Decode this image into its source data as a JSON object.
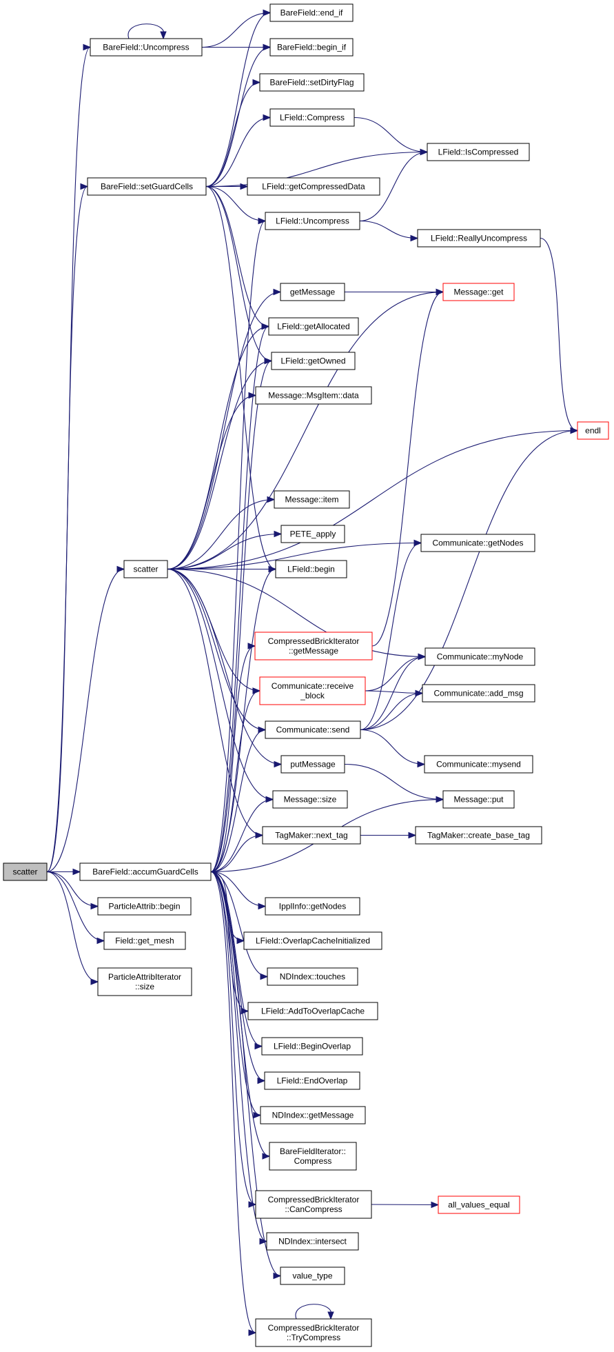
{
  "colors": {
    "edge": "#191970",
    "node_border": "#000000",
    "truncated_node_border": "#ff0000",
    "root_fill": "#bfbfbf",
    "node_fill": "#ffffff"
  },
  "nodes": [
    {
      "id": "scatter_root",
      "lines": [
        "scatter"
      ],
      "root": true
    },
    {
      "id": "bf_uncompress",
      "lines": [
        "BareField::Uncompress"
      ]
    },
    {
      "id": "bf_end_if",
      "lines": [
        "BareField::end_if"
      ]
    },
    {
      "id": "bf_begin_if",
      "lines": [
        "BareField::begin_if"
      ]
    },
    {
      "id": "bf_setdirty",
      "lines": [
        "BareField::setDirtyFlag"
      ]
    },
    {
      "id": "lf_compress",
      "lines": [
        "LField::Compress"
      ]
    },
    {
      "id": "lf_iscompressed",
      "lines": [
        "LField::IsCompressed"
      ]
    },
    {
      "id": "bf_setguard",
      "lines": [
        "BareField::setGuardCells"
      ]
    },
    {
      "id": "lf_getcompdata",
      "lines": [
        "LField::getCompressedData"
      ]
    },
    {
      "id": "lf_uncompress",
      "lines": [
        "LField::Uncompress"
      ]
    },
    {
      "id": "lf_reallyuncomp",
      "lines": [
        "LField::ReallyUncompress"
      ]
    },
    {
      "id": "getmessage",
      "lines": [
        "getMessage"
      ]
    },
    {
      "id": "msg_get",
      "lines": [
        "Message::get"
      ],
      "truncated": true
    },
    {
      "id": "lf_getallocated",
      "lines": [
        "LField::getAllocated"
      ]
    },
    {
      "id": "lf_getowned",
      "lines": [
        "LField::getOwned"
      ]
    },
    {
      "id": "msgitem_data",
      "lines": [
        "Message::MsgItem::data"
      ]
    },
    {
      "id": "endl",
      "lines": [
        "endl"
      ],
      "truncated": true
    },
    {
      "id": "msg_item",
      "lines": [
        "Message::item"
      ]
    },
    {
      "id": "pete_apply",
      "lines": [
        "PETE_apply"
      ]
    },
    {
      "id": "comm_getnodes",
      "lines": [
        "Communicate::getNodes"
      ]
    },
    {
      "id": "scatter2",
      "lines": [
        "scatter"
      ]
    },
    {
      "id": "lf_begin",
      "lines": [
        "LField::begin"
      ]
    },
    {
      "id": "cbi_getmessage",
      "lines": [
        "CompressedBrickIterator",
        "::getMessage"
      ],
      "truncated": true
    },
    {
      "id": "comm_mynode",
      "lines": [
        "Communicate::myNode"
      ]
    },
    {
      "id": "comm_recvblock",
      "lines": [
        "Communicate::receive",
        "_block"
      ],
      "truncated": true
    },
    {
      "id": "comm_addmsg",
      "lines": [
        "Communicate::add_msg"
      ]
    },
    {
      "id": "comm_send",
      "lines": [
        "Communicate::send"
      ]
    },
    {
      "id": "comm_mysend",
      "lines": [
        "Communicate::mysend"
      ]
    },
    {
      "id": "putmessage",
      "lines": [
        "putMessage"
      ]
    },
    {
      "id": "msg_put",
      "lines": [
        "Message::put"
      ]
    },
    {
      "id": "msg_size",
      "lines": [
        "Message::size"
      ]
    },
    {
      "id": "tag_next",
      "lines": [
        "TagMaker::next_tag"
      ]
    },
    {
      "id": "tag_create",
      "lines": [
        "TagMaker::create_base_tag"
      ]
    },
    {
      "id": "bf_accum",
      "lines": [
        "BareField::accumGuardCells"
      ]
    },
    {
      "id": "pa_begin",
      "lines": [
        "ParticleAttrib::begin"
      ]
    },
    {
      "id": "ippl_getnodes",
      "lines": [
        "IpplInfo::getNodes"
      ]
    },
    {
      "id": "field_getmesh",
      "lines": [
        "Field::get_mesh"
      ]
    },
    {
      "id": "lf_overlapinit",
      "lines": [
        "LField::OverlapCacheInitialized"
      ]
    },
    {
      "id": "pai_size",
      "lines": [
        "ParticleAttribIterator",
        "::size"
      ]
    },
    {
      "id": "ndi_touches",
      "lines": [
        "NDIndex::touches"
      ]
    },
    {
      "id": "lf_addoverlap",
      "lines": [
        "LField::AddToOverlapCache"
      ]
    },
    {
      "id": "lf_beginoverlap",
      "lines": [
        "LField::BeginOverlap"
      ]
    },
    {
      "id": "lf_endoverlap",
      "lines": [
        "LField::EndOverlap"
      ]
    },
    {
      "id": "ndi_getmessage",
      "lines": [
        "NDIndex::getMessage"
      ]
    },
    {
      "id": "bfi_compress",
      "lines": [
        "BareFieldIterator::",
        "Compress"
      ]
    },
    {
      "id": "cbi_cancompress",
      "lines": [
        "CompressedBrickIterator",
        "::CanCompress"
      ]
    },
    {
      "id": "all_values_equal",
      "lines": [
        "all_values_equal"
      ],
      "truncated": true
    },
    {
      "id": "ndi_intersect",
      "lines": [
        "NDIndex::intersect"
      ]
    },
    {
      "id": "value_type",
      "lines": [
        "value_type"
      ]
    },
    {
      "id": "cbi_trycompress",
      "lines": [
        "CompressedBrickIterator",
        "::TryCompress"
      ]
    }
  ],
  "edges": [
    [
      "scatter_root",
      "bf_uncompress"
    ],
    [
      "scatter_root",
      "bf_setguard"
    ],
    [
      "scatter_root",
      "scatter2"
    ],
    [
      "scatter_root",
      "bf_accum"
    ],
    [
      "scatter_root",
      "pa_begin"
    ],
    [
      "scatter_root",
      "field_getmesh"
    ],
    [
      "scatter_root",
      "pai_size"
    ],
    [
      "bf_uncompress",
      "bf_uncompress"
    ],
    [
      "bf_uncompress",
      "bf_end_if"
    ],
    [
      "bf_uncompress",
      "bf_begin_if"
    ],
    [
      "bf_setguard",
      "bf_end_if"
    ],
    [
      "bf_setguard",
      "bf_begin_if"
    ],
    [
      "bf_setguard",
      "bf_setdirty"
    ],
    [
      "bf_setguard",
      "lf_compress"
    ],
    [
      "bf_setguard",
      "lf_iscompressed"
    ],
    [
      "bf_setguard",
      "lf_getcompdata"
    ],
    [
      "bf_setguard",
      "lf_uncompress"
    ],
    [
      "bf_setguard",
      "lf_getallocated"
    ],
    [
      "bf_setguard",
      "lf_getowned"
    ],
    [
      "bf_setguard",
      "lf_begin"
    ],
    [
      "lf_compress",
      "lf_iscompressed"
    ],
    [
      "lf_uncompress",
      "lf_iscompressed"
    ],
    [
      "lf_uncompress",
      "lf_reallyuncomp"
    ],
    [
      "lf_reallyuncomp",
      "endl"
    ],
    [
      "getmessage",
      "msg_get"
    ],
    [
      "scatter2",
      "msg_get"
    ],
    [
      "scatter2",
      "getmessage"
    ],
    [
      "scatter2",
      "lf_getallocated"
    ],
    [
      "scatter2",
      "lf_getowned"
    ],
    [
      "scatter2",
      "msgitem_data"
    ],
    [
      "scatter2",
      "endl"
    ],
    [
      "scatter2",
      "comm_getnodes"
    ],
    [
      "scatter2",
      "msg_item"
    ],
    [
      "scatter2",
      "pete_apply"
    ],
    [
      "scatter2",
      "lf_begin"
    ],
    [
      "scatter2",
      "comm_mynode"
    ],
    [
      "scatter2",
      "comm_recvblock"
    ],
    [
      "scatter2",
      "comm_send"
    ],
    [
      "scatter2",
      "putmessage"
    ],
    [
      "scatter2",
      "msg_size"
    ],
    [
      "scatter2",
      "tag_next"
    ],
    [
      "cbi_getmessage",
      "msg_get"
    ],
    [
      "comm_recvblock",
      "comm_mynode"
    ],
    [
      "comm_recvblock",
      "comm_addmsg"
    ],
    [
      "comm_send",
      "comm_getnodes"
    ],
    [
      "comm_send",
      "comm_mynode"
    ],
    [
      "comm_send",
      "comm_addmsg"
    ],
    [
      "comm_send",
      "comm_mysend"
    ],
    [
      "comm_send",
      "endl"
    ],
    [
      "putmessage",
      "msg_put"
    ],
    [
      "tag_next",
      "tag_create"
    ],
    [
      "bf_accum",
      "lf_uncompress"
    ],
    [
      "bf_accum",
      "lf_getallocated"
    ],
    [
      "bf_accum",
      "lf_getowned"
    ],
    [
      "bf_accum",
      "lf_begin"
    ],
    [
      "bf_accum",
      "cbi_getmessage"
    ],
    [
      "bf_accum",
      "comm_recvblock"
    ],
    [
      "bf_accum",
      "comm_send"
    ],
    [
      "bf_accum",
      "msg_size"
    ],
    [
      "bf_accum",
      "tag_next"
    ],
    [
      "bf_accum",
      "msg_put"
    ],
    [
      "bf_accum",
      "ippl_getnodes"
    ],
    [
      "bf_accum",
      "lf_overlapinit"
    ],
    [
      "bf_accum",
      "ndi_touches"
    ],
    [
      "bf_accum",
      "lf_addoverlap"
    ],
    [
      "bf_accum",
      "lf_beginoverlap"
    ],
    [
      "bf_accum",
      "lf_endoverlap"
    ],
    [
      "bf_accum",
      "ndi_getmessage"
    ],
    [
      "bf_accum",
      "bfi_compress"
    ],
    [
      "bf_accum",
      "cbi_cancompress"
    ],
    [
      "bf_accum",
      "ndi_intersect"
    ],
    [
      "bf_accum",
      "value_type"
    ],
    [
      "bf_accum",
      "cbi_trycompress"
    ],
    [
      "cbi_cancompress",
      "all_values_equal"
    ],
    [
      "cbi_trycompress",
      "cbi_trycompress"
    ]
  ]
}
